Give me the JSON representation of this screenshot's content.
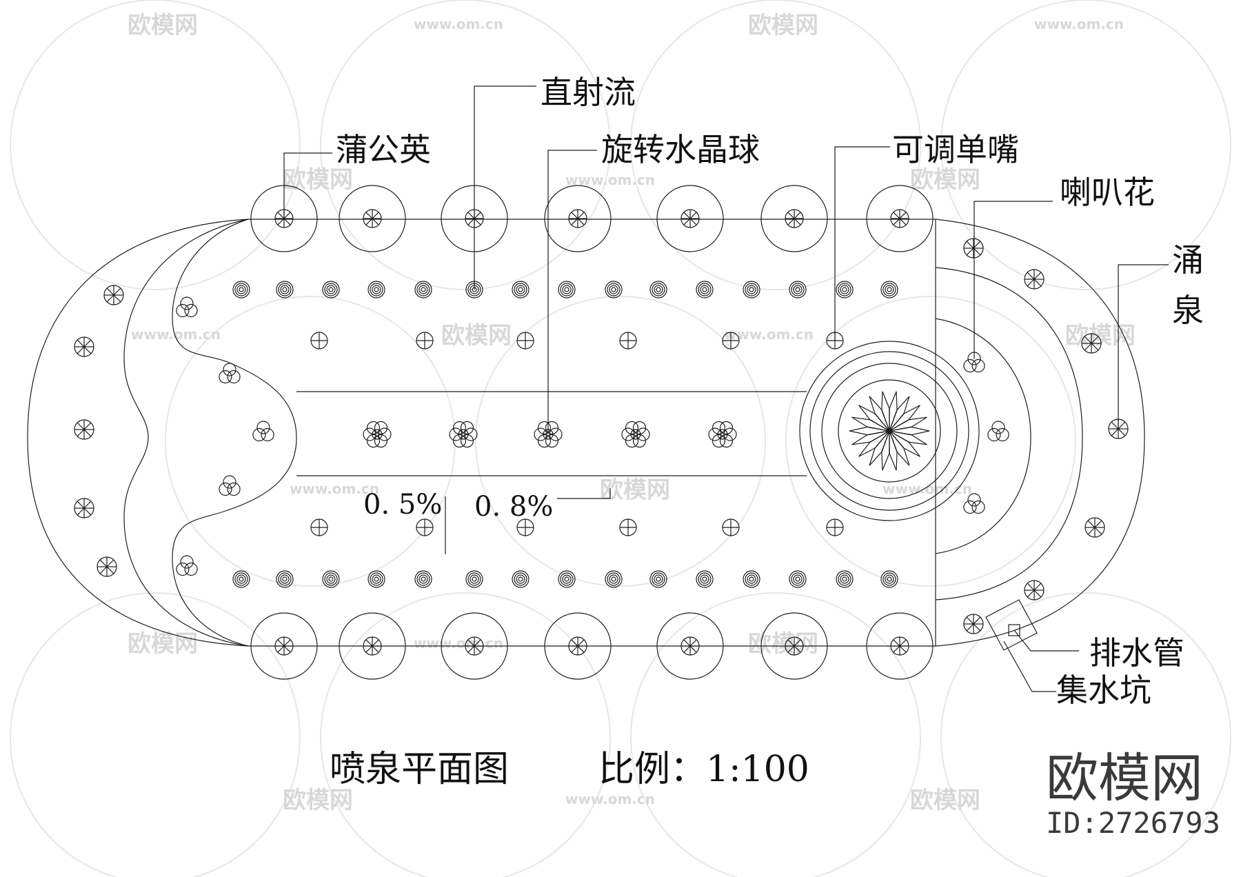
{
  "labels": {
    "dandelion": "蒲公英",
    "straight_jet": "直射流",
    "rotating_crystal_ball": "旋转水晶球",
    "adjustable_single_nozzle": "可调单嘴",
    "trumpet_flower": "喇叭花",
    "bubbler_line1": "涌",
    "bubbler_line2": "泉",
    "drain_pipe": "排水管",
    "sump_pit": "集水坑"
  },
  "slopes": {
    "slope_a": "0. 5%",
    "slope_b": "0. 8%"
  },
  "title": {
    "name": "喷泉平面图",
    "scale": "比例：1:100"
  },
  "watermark": {
    "brand": "欧模网",
    "url": "www.om.cn"
  },
  "logo": {
    "brand": "欧模网",
    "id": "ID:2726793"
  },
  "colors": {
    "line": "#1c1c1c",
    "watermark": "#d8d8d8",
    "logo": "#3a3a3a"
  }
}
